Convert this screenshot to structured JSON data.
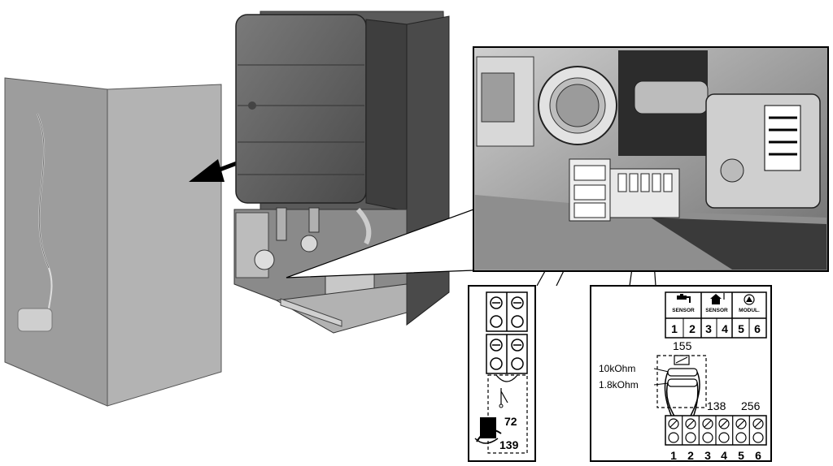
{
  "left_inset": {
    "top_number": "72",
    "bottom_number": "139"
  },
  "right_inset": {
    "header": {
      "sensor_a": "SENSOR",
      "sensor_b": "SENSOR",
      "modul": "MODUL."
    },
    "header_numbers": [
      "1",
      "2",
      "3",
      "4",
      "5",
      "6"
    ],
    "label_155": "155",
    "label_10k": "10kOhm",
    "label_18k": "1.8kOhm",
    "label_138": "138",
    "label_256": "256",
    "bottom_numbers": [
      "1",
      "2",
      "3",
      "4",
      "5",
      "6"
    ]
  },
  "icons": {
    "arrow": "removal-arrow-icon",
    "tap": "tap-icon",
    "house": "house-thermo-icon",
    "pump": "pump-icon",
    "flame": "flame-sensor-icon"
  }
}
